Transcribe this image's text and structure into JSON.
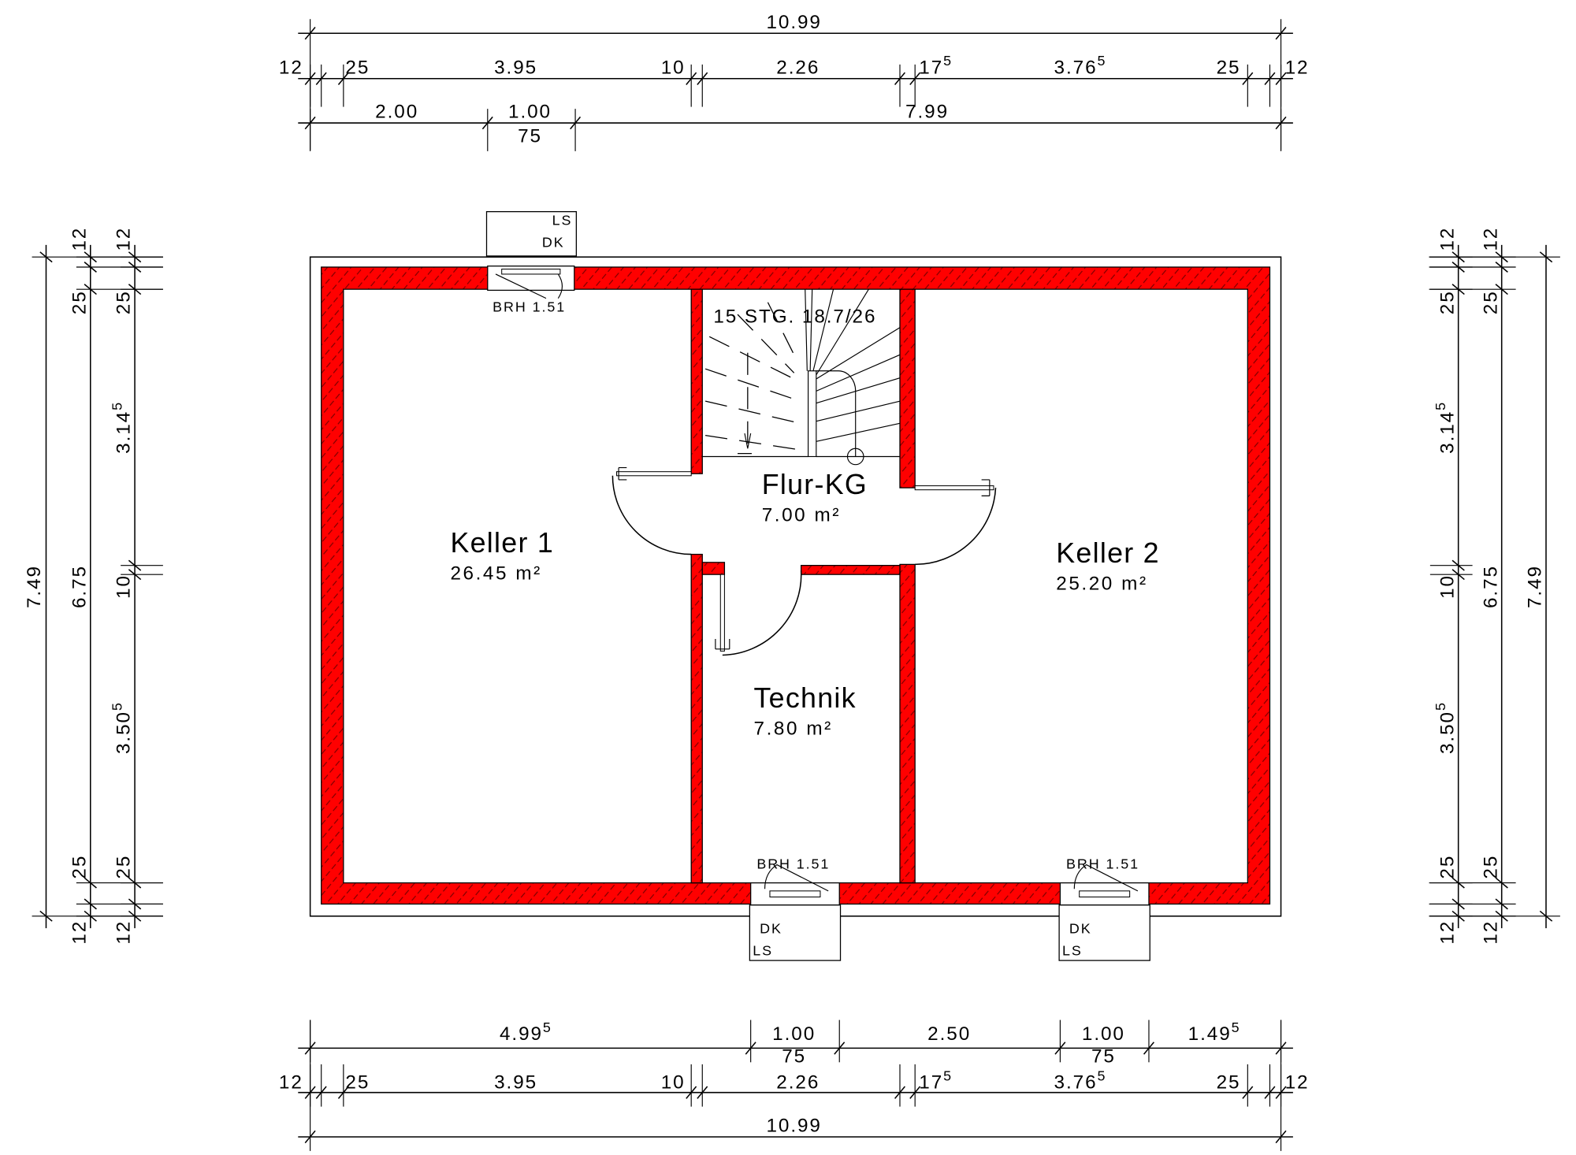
{
  "colors": {
    "wall": "#ff0000",
    "hatch": "#7a0000",
    "line": "#000000"
  },
  "rooms": [
    {
      "name": "Keller 1",
      "area": "26.45 m²"
    },
    {
      "name": "Flur-KG",
      "area": "7.00 m²"
    },
    {
      "name": "Technik",
      "area": "7.80 m²"
    },
    {
      "name": "Keller 2",
      "area": "25.20 m²"
    }
  ],
  "stair_label": "15 STG. 18.7/26",
  "windows": [
    {
      "brh": "BRH 1.51",
      "type_a": "LS",
      "type_b": "DK"
    },
    {
      "brh": "BRH 1.51",
      "type_a": "DK",
      "type_b": "LS"
    },
    {
      "brh": "BRH 1.51",
      "type_a": "DK",
      "type_b": "LS"
    }
  ],
  "dimensions": {
    "top_overall": [
      {
        "t": "10.99"
      }
    ],
    "top_walls": [
      {
        "t": "12"
      },
      {
        "t": "25"
      },
      {
        "t": "3.95"
      },
      {
        "t": "10"
      },
      {
        "t": "2.26"
      },
      {
        "t": "17",
        "s": "5"
      },
      {
        "t": "3.76",
        "s": "5"
      },
      {
        "t": "25"
      },
      {
        "t": "12"
      }
    ],
    "top_openings": [
      {
        "t": "2.00"
      },
      {
        "t": "1.00",
        "b": "75"
      },
      {
        "t": "7.99"
      }
    ],
    "bottom_openings": [
      {
        "t": "4.99",
        "s": "5"
      },
      {
        "t": "1.00",
        "b": "75"
      },
      {
        "t": "2.50"
      },
      {
        "t": "1.00",
        "b": "75"
      },
      {
        "t": "1.49",
        "s": "5"
      }
    ],
    "bottom_walls": [
      {
        "t": "12"
      },
      {
        "t": "25"
      },
      {
        "t": "3.95"
      },
      {
        "t": "10"
      },
      {
        "t": "2.26"
      },
      {
        "t": "17",
        "s": "5"
      },
      {
        "t": "3.76",
        "s": "5"
      },
      {
        "t": "25"
      },
      {
        "t": "12"
      }
    ],
    "bottom_overall": [
      {
        "t": "10.99"
      }
    ],
    "left_overall": [
      {
        "t": "7.49"
      }
    ],
    "left_middle": [
      {
        "t": "12"
      },
      {
        "t": "25"
      },
      {
        "t": "6.75"
      },
      {
        "t": "25"
      },
      {
        "t": "12"
      }
    ],
    "left_inner": [
      {
        "t": "12"
      },
      {
        "t": "25"
      },
      {
        "t": "3.14",
        "s": "5"
      },
      {
        "t": "10"
      },
      {
        "t": "3.50",
        "s": "5"
      },
      {
        "t": "25"
      },
      {
        "t": "12"
      }
    ],
    "right_inner": [
      {
        "t": "12"
      },
      {
        "t": "25"
      },
      {
        "t": "3.14",
        "s": "5"
      },
      {
        "t": "10"
      },
      {
        "t": "3.50",
        "s": "5"
      },
      {
        "t": "25"
      },
      {
        "t": "12"
      }
    ],
    "right_middle": [
      {
        "t": "12"
      },
      {
        "t": "25"
      },
      {
        "t": "6.75"
      },
      {
        "t": "25"
      },
      {
        "t": "12"
      }
    ],
    "right_overall": [
      {
        "t": "7.49"
      }
    ]
  }
}
